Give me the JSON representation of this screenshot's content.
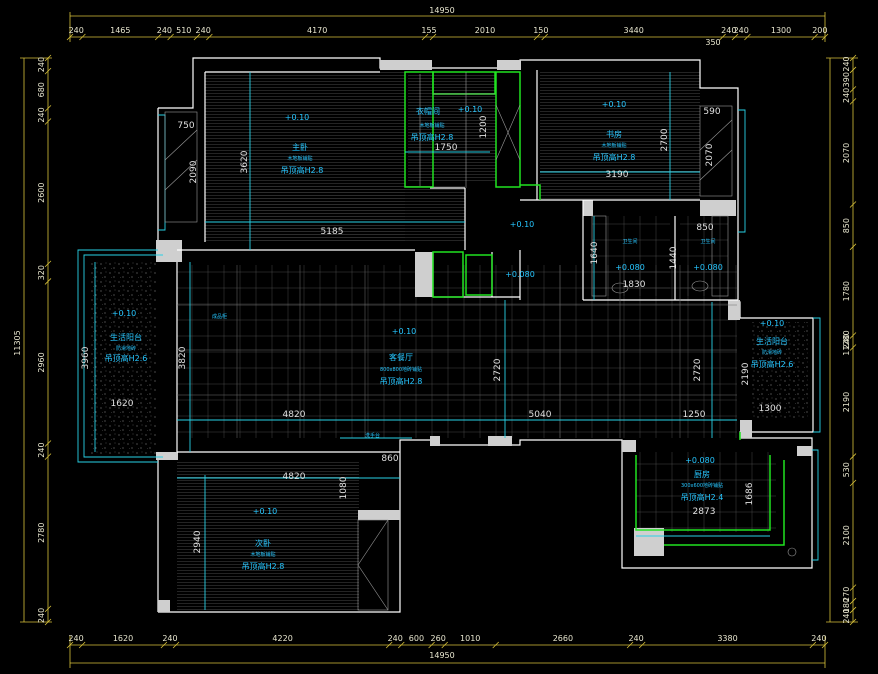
{
  "drawing": {
    "overall_width": "14950",
    "overall_height": "11305",
    "overall_height_right": "11280"
  },
  "top_dims": [
    "240",
    "1465",
    "240",
    "510",
    "240",
    "4170",
    "155",
    "2010",
    "150",
    "3440",
    "240",
    "240",
    "1300",
    "200"
  ],
  "top_extra": "350",
  "bottom_dims": [
    "240",
    "1620",
    "240",
    "4220",
    "240",
    "600",
    "260",
    "1010",
    "2660",
    "240",
    "3380",
    "240"
  ],
  "left_dims": [
    "240",
    "680",
    "240",
    "2600",
    "320",
    "2960",
    "240",
    "2780",
    "240"
  ],
  "right_dims": [
    "240",
    "390",
    "240",
    "2070",
    "850",
    "1780",
    "240",
    "2190",
    "530",
    "2100",
    "270",
    "180",
    "240"
  ],
  "rooms": {
    "master": {
      "name": "主卧",
      "level": "+0.10",
      "floor": "木地板铺贴",
      "ceiling": "吊顶高H2.8"
    },
    "cloak": {
      "name": "衣帽间",
      "level": "+0.10",
      "floor": "木地板铺贴",
      "ceiling": "吊顶高H2.8"
    },
    "study": {
      "name": "书房",
      "level": "+0.10",
      "floor": "木地板铺贴",
      "ceiling": "吊顶高H2.8"
    },
    "living": {
      "name": "客餐厅",
      "level": "+0.10",
      "floor": "800x800地砖铺贴",
      "ceiling": "吊顶高H2.8"
    },
    "balcony_l": {
      "name": "生活阳台",
      "level": "+0.10",
      "floor": "防滑地砖",
      "ceiling": "吊顶高H2.6"
    },
    "balcony_r": {
      "name": "生活阳台",
      "level": "+0.10",
      "floor": "防滑地砖",
      "ceiling": "吊顶高H2.6"
    },
    "kitchen": {
      "name": "厨房",
      "level": "+0.080",
      "floor": "300x600地砖铺贴",
      "ceiling": "吊顶高H2.4"
    },
    "bedroom2": {
      "name": "次卧",
      "level": "+0.10",
      "floor": "木地板铺贴",
      "ceiling": "吊顶高H2.8"
    },
    "bath1": {
      "name": "卫生间",
      "level": "+0.080"
    },
    "bath2": {
      "name": "卫生间",
      "level": "+0.080"
    },
    "hall": {
      "level": "+0.10"
    }
  },
  "inner_dims": {
    "d750": "750",
    "d2090": "2090",
    "d3620": "3620",
    "d5185": "5185",
    "d1750": "1750",
    "d1200": "1200",
    "d2700": "2700",
    "d3190": "3190",
    "d590": "590",
    "d2070": "2070",
    "d1640": "1640",
    "d1830": "1830",
    "d1440": "1440",
    "d850": "850",
    "d3960": "3960",
    "d1620": "1620",
    "d3820": "3820",
    "d4820a": "4820",
    "d2720a": "2720",
    "d5040": "5040",
    "d2720b": "2720",
    "d1250": "1250",
    "d2190": "2190",
    "d1300": "1300",
    "d860": "860",
    "d4820b": "4820",
    "d1080": "1080",
    "d2940": "2940",
    "d1686": "1686",
    "d2873": "2873"
  },
  "notes": {
    "cabinet": "成品柜",
    "sink": "洗手台"
  }
}
